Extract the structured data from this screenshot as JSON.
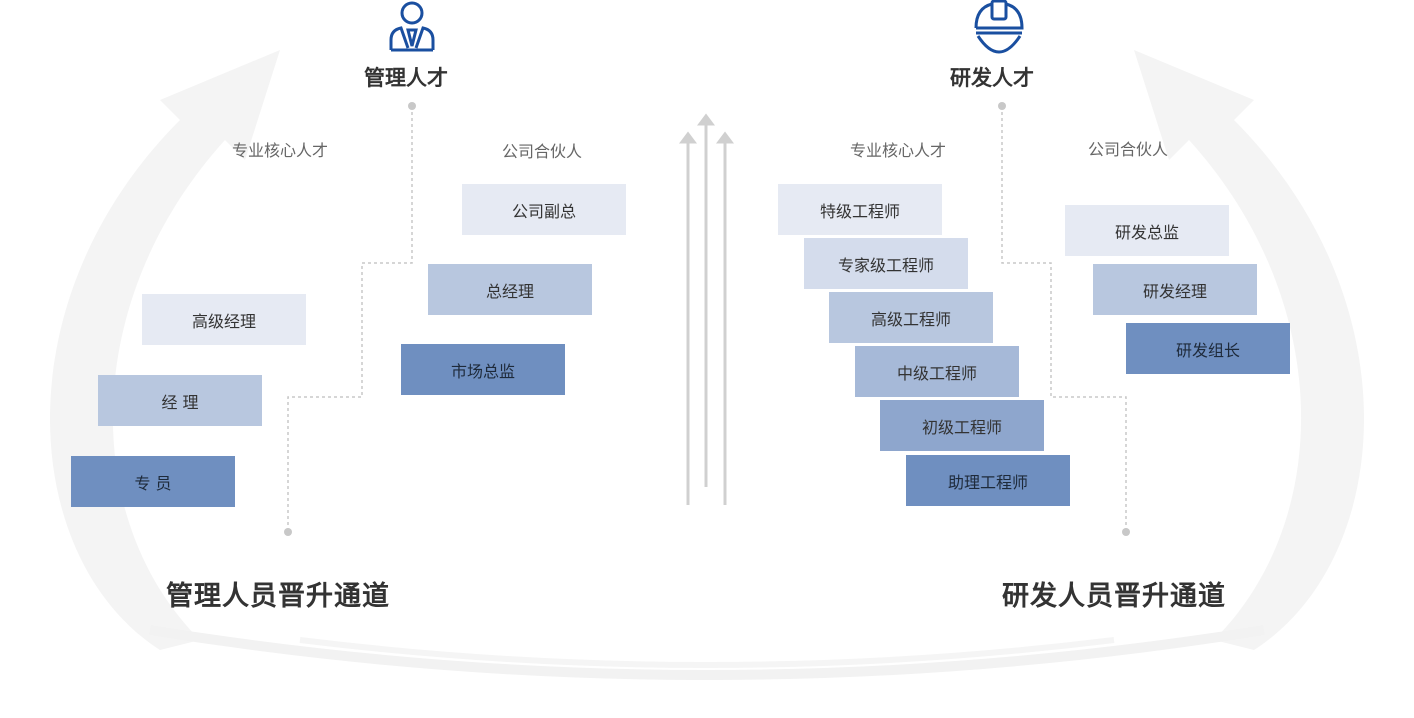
{
  "management": {
    "heading": "管理人才",
    "icon": "manager-person-icon",
    "sub_left": "专业核心人才",
    "sub_right": "公司合伙人",
    "levels_left": [
      "高级经理",
      "经 理",
      "专 员"
    ],
    "levels_right": [
      "公司副总",
      "总经理",
      "市场总监"
    ],
    "channel_title": "管理人员晋升通道"
  },
  "rnd": {
    "heading": "研发人才",
    "icon": "hard-hat-icon",
    "sub_left": "专业核心人才",
    "sub_right": "公司合伙人",
    "levels_left": [
      "特级工程师",
      "专家级工程师",
      "高级工程师",
      "中级工程师",
      "初级工程师",
      "助理工程师"
    ],
    "levels_right": [
      "研发总监",
      "研发经理",
      "研发组长"
    ],
    "channel_title": "研发人员晋升通道"
  },
  "colors": {
    "accent": "#1a4fa0",
    "light": "#e6eaf3",
    "mid": "#b8c7df",
    "dark": "#6f8fc0"
  }
}
